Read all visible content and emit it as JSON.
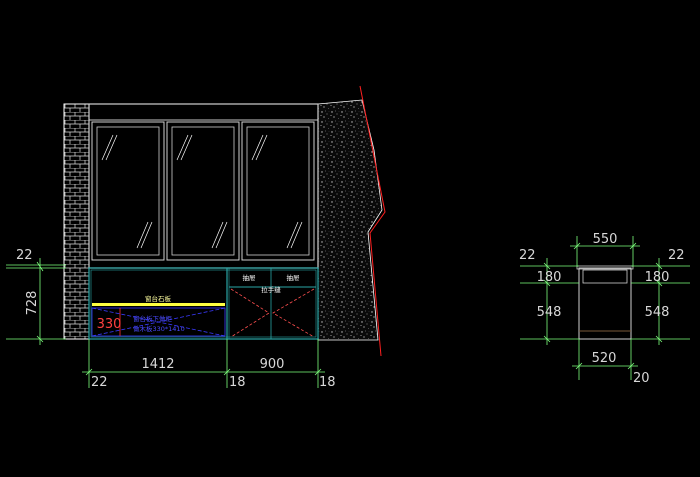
{
  "colors": {
    "background": "#000000",
    "wall": "#ffffff",
    "window_frame": "#cfcfcf",
    "cabinet": "#2aa6a6",
    "dimension": "#7cff7c",
    "dimension_text": "#d8d8d8",
    "note_blue": "#3a3aff",
    "note_red": "#ff3030",
    "section_line": "#ff2020",
    "stone_label": "#ffff40"
  },
  "front_elevation": {
    "labels": {
      "sill_stone": "窗台石板",
      "drawer_left": "抽屉",
      "drawer_right": "抽屉",
      "pull_door": "拉手缝",
      "note_line1": "窗台板下做柜",
      "note_line2": "做木板330*1410",
      "red_height": "330"
    },
    "dimensions": {
      "top_left": "22",
      "left_height": "728",
      "width_1": "1412",
      "width_2": "900",
      "bottom_1": "22",
      "bottom_2": "18",
      "bottom_3": "18"
    }
  },
  "side_elevation": {
    "dimensions": {
      "top_width": "550",
      "left_top": "22",
      "left_mid": "180",
      "left_low": "548",
      "right_top": "22",
      "right_mid": "180",
      "right_low": "548",
      "bottom_width": "520",
      "bottom_right": "20"
    }
  }
}
